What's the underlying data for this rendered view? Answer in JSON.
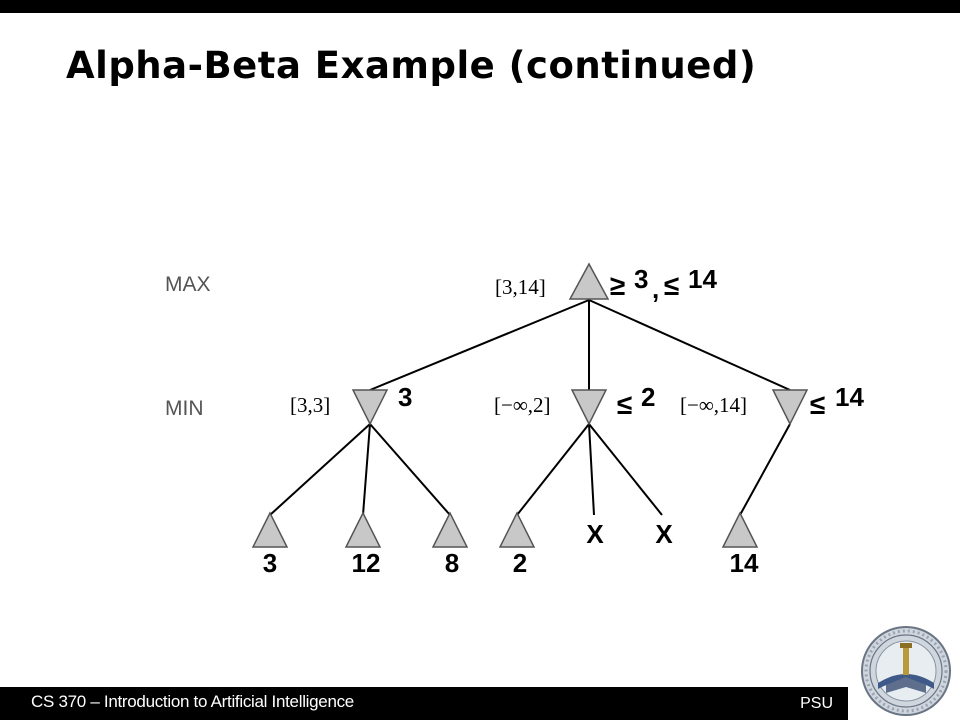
{
  "slide": {
    "title": "Alpha-Beta Example (continued)",
    "footer_course": "CS 370 – Introduction to Artificial Intelligence",
    "footer_org": "PSU"
  },
  "levels": {
    "max": "MAX",
    "min": "MIN"
  },
  "tree": {
    "root": {
      "bound": "[3,14]",
      "ge": "≥",
      "ge_val": "3",
      "comma": ",",
      "le": "≤",
      "le_val": "14"
    },
    "min_nodes": [
      {
        "bound": "[3,3]",
        "rel": "",
        "value": "3"
      },
      {
        "bound": "[−∞,2]",
        "rel": "≤",
        "value": "2"
      },
      {
        "bound": "[−∞,14]",
        "rel": "≤",
        "value": "14"
      }
    ],
    "leaves": [
      "3",
      "12",
      "8",
      "2",
      "X",
      "X",
      "14"
    ]
  },
  "colors": {
    "node_fill": "#c8c8c8",
    "node_stroke": "#555555",
    "edge": "#000000",
    "bar": "#000000"
  }
}
